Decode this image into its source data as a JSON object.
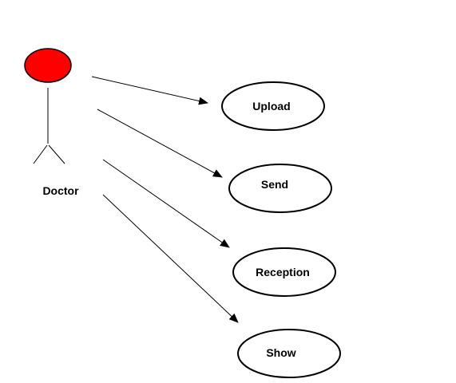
{
  "actor": {
    "label": "Doctor",
    "head_color": "#ff0000"
  },
  "use_cases": [
    {
      "label": "Upload"
    },
    {
      "label": "Send"
    },
    {
      "label": "Reception"
    },
    {
      "label": "Show"
    }
  ]
}
